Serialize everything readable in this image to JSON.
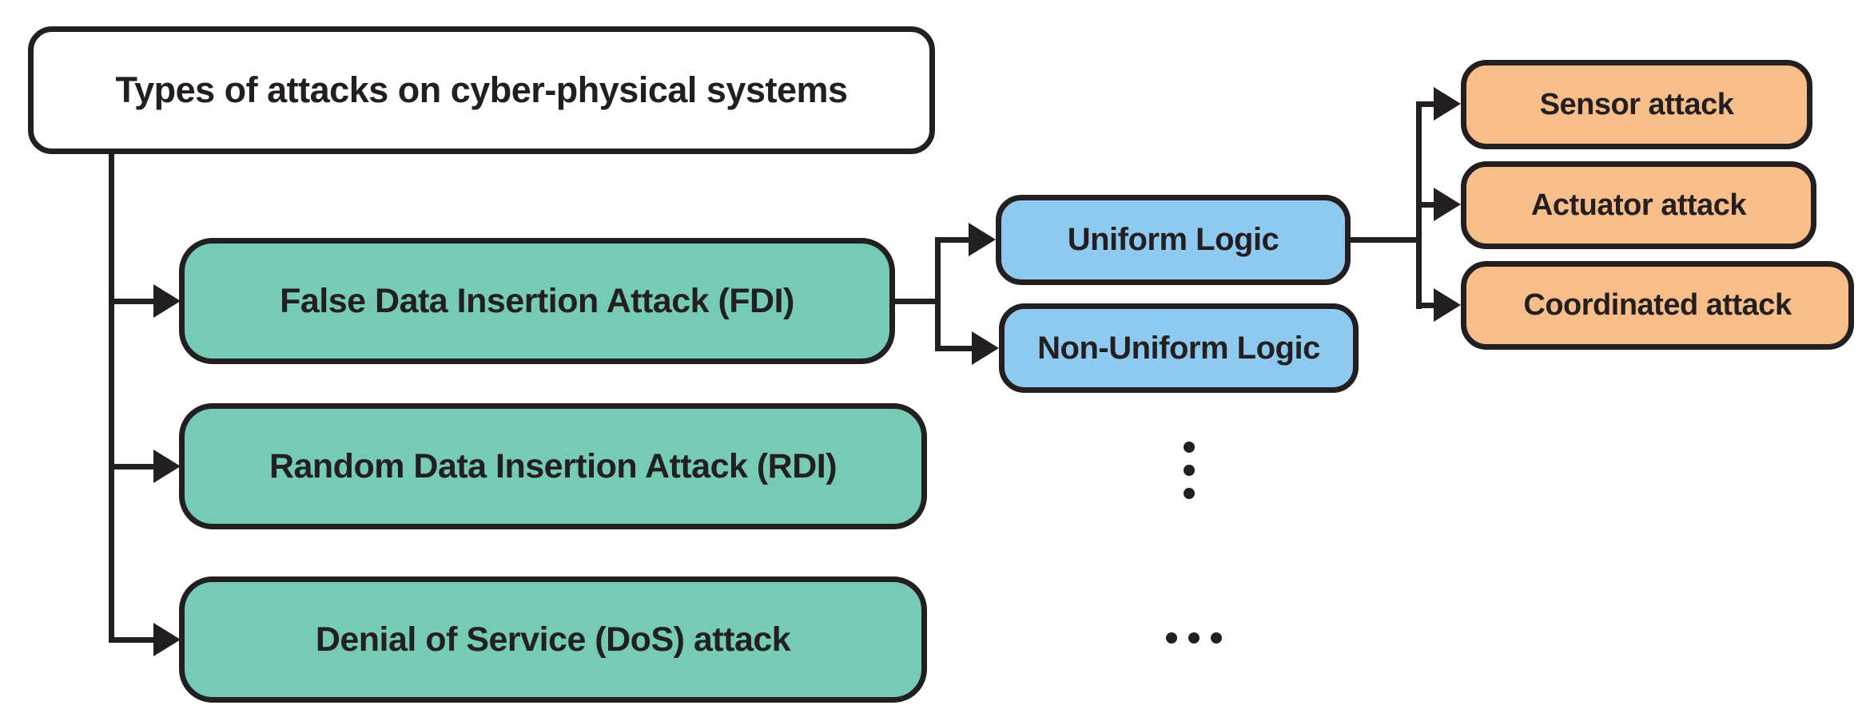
{
  "diagram": {
    "root": {
      "label": "Types of attacks on cyber-physical systems"
    },
    "level1": [
      {
        "id": "fdi",
        "label": "False Data Insertion Attack (FDI)"
      },
      {
        "id": "rdi",
        "label": "Random Data Insertion Attack (RDI)"
      },
      {
        "id": "dos",
        "label": "Denial of Service (DoS) attack"
      }
    ],
    "level2": [
      {
        "id": "uniform",
        "label": "Uniform Logic"
      },
      {
        "id": "non_uniform",
        "label": "Non-Uniform Logic"
      }
    ],
    "level3": [
      {
        "id": "sensor",
        "label": "Sensor attack"
      },
      {
        "id": "actuator",
        "label": "Actuator attack"
      },
      {
        "id": "coordinated",
        "label": "Coordinated attack"
      }
    ],
    "icons": {
      "vertical_ellipsis": "⋮",
      "horizontal_ellipsis": "⋯",
      "arrowhead": "▶"
    },
    "colors": {
      "root_fill": "#FFFFFF",
      "level1_fill": "#76CBB6",
      "level2_fill": "#8EC9EF",
      "level3_fill": "#F8BE8A",
      "line_and_text": "#231F20"
    }
  }
}
